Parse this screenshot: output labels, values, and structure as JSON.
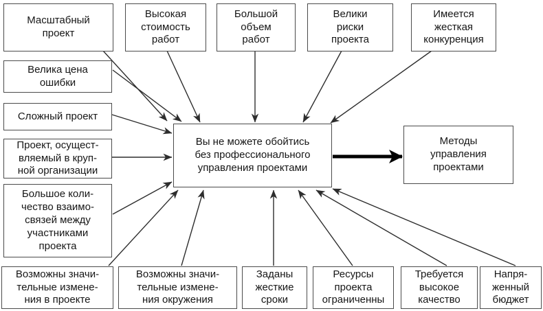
{
  "diagram": {
    "center_box": {
      "text": "Вы не можете обойтись\nбез профессионального\nуправления проектами"
    },
    "result_box": {
      "text": "Методы\nуправления\nпроектами"
    },
    "factors": {
      "large_scale": {
        "text": "Масштабный\nпроект"
      },
      "high_cost": {
        "text": "Высокая\nстоимость\nработ"
      },
      "large_volume": {
        "text": "Большой\nобъем\nработ"
      },
      "high_risks": {
        "text": "Велики\nриски\nпроекта"
      },
      "competition": {
        "text": "Имеется\nжесткая\nконкуренция"
      },
      "error_cost": {
        "text": "Велика цена\nошибки"
      },
      "complex_project": {
        "text": "Сложный проект"
      },
      "large_org": {
        "text": "Проект, осущест-\nвляемый в круп-\nной организации"
      },
      "many_links": {
        "text": "Большое коли-\nчество взаимо-\nсвязей между\nучастниками\nпроекта"
      },
      "project_changes": {
        "text": "Возможны значи-\nтельные измене-\nния в проекте"
      },
      "environment_changes": {
        "text": "Возможны значи-\nтельные измене-\nния окружения"
      },
      "tight_deadlines": {
        "text": "Заданы\nжесткие\nсроки"
      },
      "limited_resources": {
        "text": "Ресурсы\nпроекта\nограниченны"
      },
      "high_quality": {
        "text": "Требуется\nвысокое\nкачество"
      },
      "tight_budget": {
        "text": "Напря-\nженный\nбюджет"
      }
    }
  },
  "colors": {
    "background": "#ffffff",
    "box_border": "#4a4a4a",
    "text": "#161616",
    "arrow": "#2d2d2d",
    "thick_arrow": "#000000"
  }
}
